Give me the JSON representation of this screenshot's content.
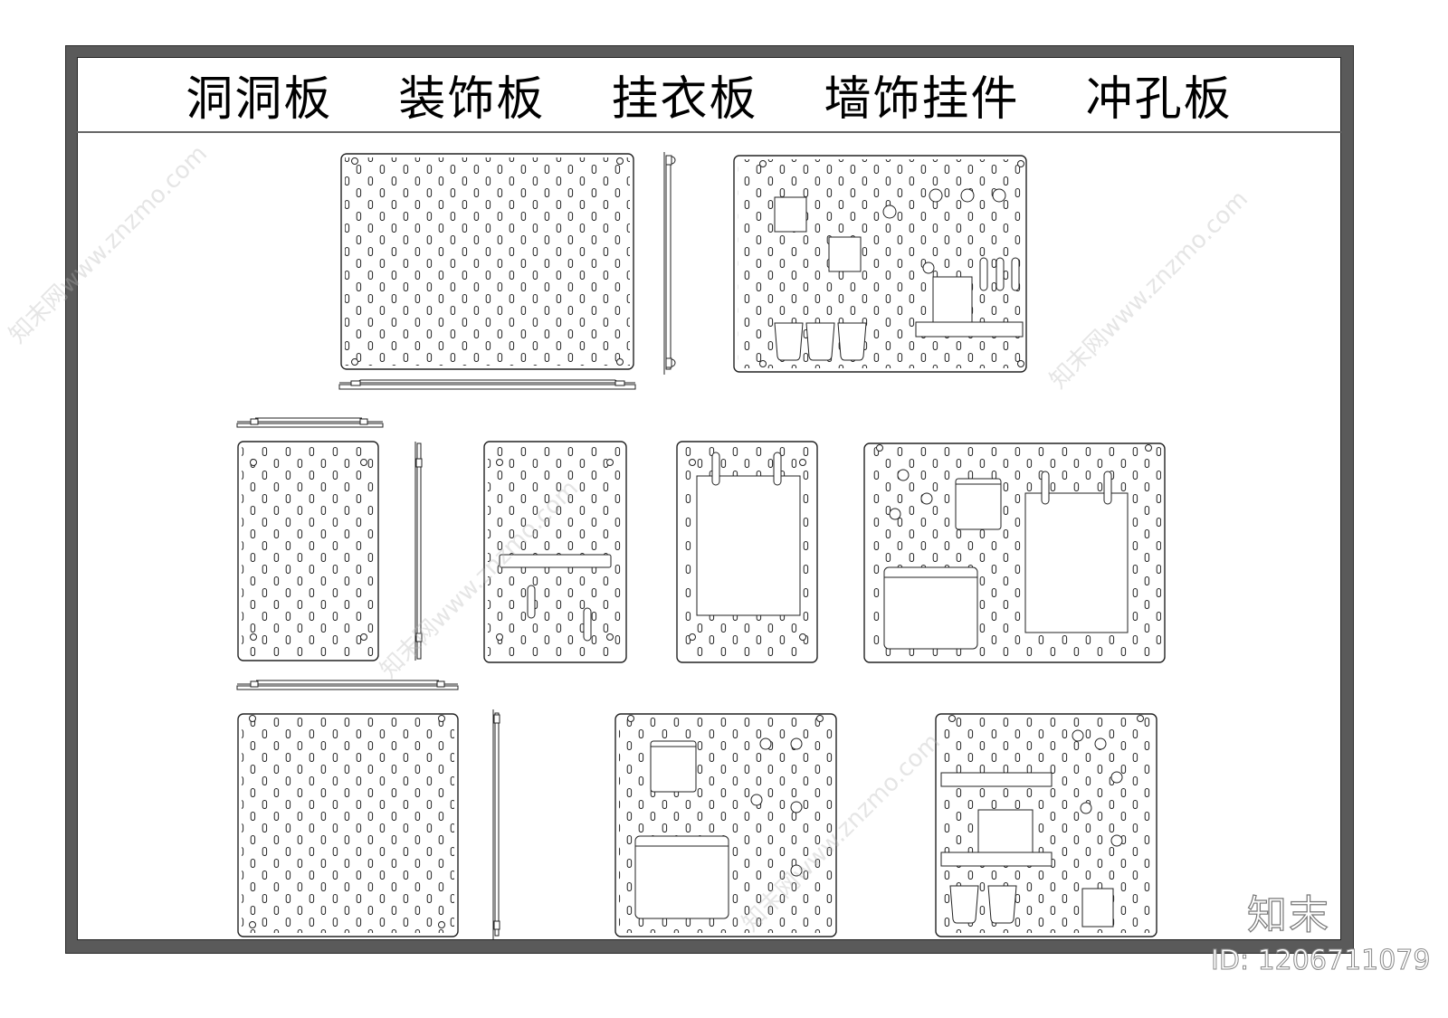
{
  "title": "洞洞板  装饰板  挂衣板  墙饰挂件  冲孔板",
  "title_words": [
    "洞洞板",
    "装饰板",
    "挂衣板",
    "墙饰挂件",
    "冲孔板"
  ],
  "watermark": {
    "logo": "知末",
    "id": "ID: 1206711079",
    "site": "知末网www.znzmo.com"
  },
  "colors": {
    "frame": "#5a5a5a",
    "line": "#222222",
    "background": "#ffffff"
  },
  "drawings": [
    {
      "name": "pegboard-large-front",
      "row": 1
    },
    {
      "name": "pegboard-large-side",
      "row": 1
    },
    {
      "name": "pegboard-large-top",
      "row": 1
    },
    {
      "name": "pegboard-large-accessorized",
      "row": 1
    },
    {
      "name": "pegboard-tall-front",
      "row": 2
    },
    {
      "name": "pegboard-tall-top",
      "row": 2
    },
    {
      "name": "pegboard-tall-side",
      "row": 2
    },
    {
      "name": "pegboard-tall-shelf",
      "row": 2
    },
    {
      "name": "pegboard-tall-frame",
      "row": 2
    },
    {
      "name": "pegboard-wide-accessorized",
      "row": 2
    },
    {
      "name": "pegboard-square-front",
      "row": 3
    },
    {
      "name": "pegboard-square-top",
      "row": 3
    },
    {
      "name": "pegboard-square-side",
      "row": 3
    },
    {
      "name": "pegboard-square-bins",
      "row": 3
    },
    {
      "name": "pegboard-square-shelves",
      "row": 3
    }
  ]
}
